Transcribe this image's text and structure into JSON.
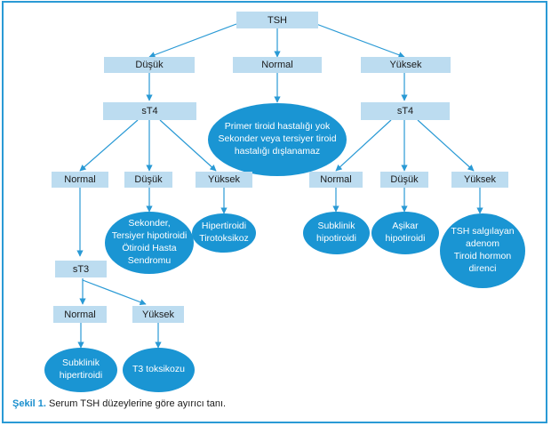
{
  "nodes": {
    "tsh": "TSH",
    "dusuk": "Düşük",
    "normal_top": "Normal",
    "yuksek_top": "Yüksek",
    "st4_left": "sT4",
    "st4_right": "sT4",
    "primer": [
      "Primer tiroid hastalığı yok",
      "Sekonder veya tersiyer tiroid",
      "hastalığı dışlanamaz"
    ],
    "normal_l": "Normal",
    "dusuk_l": "Düşük",
    "yuksek_l": "Yüksek",
    "normal_r": "Normal",
    "dusuk_r": "Düşük",
    "yuksek_r": "Yüksek",
    "sekonder": [
      "Sekonder,",
      "Tersiyer hipotiroidi",
      "Ötiroid Hasta",
      "Sendromu"
    ],
    "hipertiroidi": [
      "Hipertiroidi",
      "Tirotoksikoz"
    ],
    "subklinik_hipo": [
      "Subklinik",
      "hipotiroidi"
    ],
    "asikar_hipo": [
      "Aşikar",
      "hipotiroidi"
    ],
    "tsh_salgilayan": [
      "TSH salgılayan",
      "adenom",
      "Tiroid hormon",
      "direnci"
    ],
    "st3": "sT3",
    "normal_b": "Normal",
    "yuksek_b": "Yüksek",
    "subklinik_hiper": [
      "Subklinik",
      "hipertiroidi"
    ],
    "t3_toksikozu": [
      "T3 toksikozu"
    ]
  },
  "caption": {
    "label": "Şekil 1.",
    "text": " Serum TSH düzeylerine göre ayırıcı tanı."
  },
  "colors": {
    "box_fill": "#bcdcf0",
    "oval_fill": "#1a95d3",
    "arrow": "#2a9ad5",
    "caption_label": "#1a8fce"
  }
}
